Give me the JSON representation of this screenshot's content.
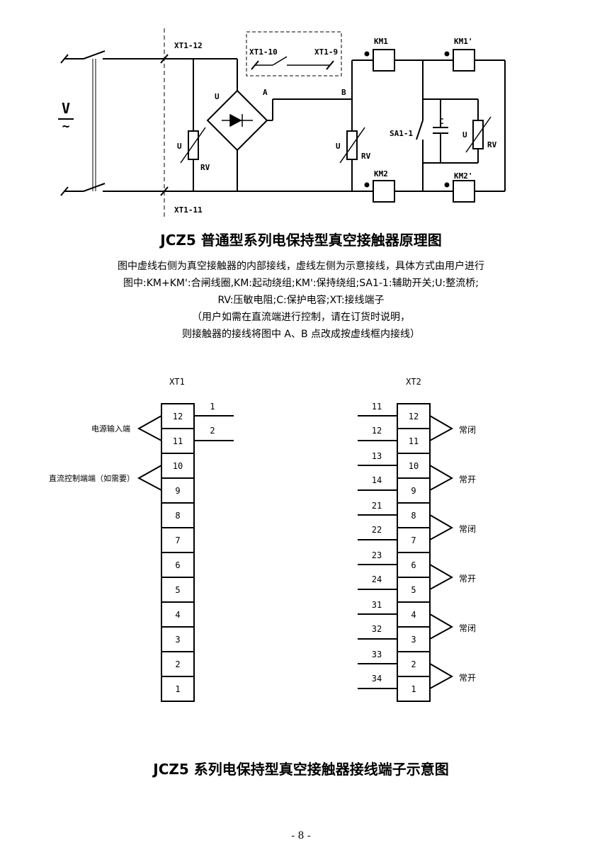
{
  "schematic": {
    "v_label": "V",
    "v_tilde": "~",
    "xt1_12": "XT1-12",
    "xt1_11": "XT1-11",
    "xt1_10": "XT1-10",
    "xt1_9": "XT1-9",
    "point_a": "A",
    "point_b": "B",
    "u_bridge": "U",
    "rv1_u": "U",
    "rv1_label": "RV",
    "rv2_u": "U",
    "rv2_label": "RV",
    "rv3_u": "U",
    "rv3_label": "RV",
    "km1": "KM1",
    "km1p": "KM1'",
    "km2": "KM2",
    "km2p": "KM2'",
    "sa1": "SA1-1",
    "cap_c": "C"
  },
  "title1": "JCZ5 普通型系列电保持型真空接触器原理图",
  "notes": [
    "图中虚线右侧为真空接触器的内部接线，虚线左侧为示意接线，具体方式由用户进行",
    "图中:KM+KM':合闸线圈,KM:起动绕组;KM':保持绕组;SA1-1:辅助开关;U:整流桥;",
    "RV:压敏电阻;C:保护电容;XT:接线端子",
    "（用户如需在直流端进行控制，请在订货时说明，",
    "则接触器的接线将图中 A、B 点改成按虚线框内接线）"
  ],
  "xt1": {
    "label": "XT1",
    "terminals": [
      "12",
      "11",
      "10",
      "9",
      "8",
      "7",
      "6",
      "5",
      "4",
      "3",
      "2",
      "1"
    ],
    "wire_labels": [
      "1",
      "2"
    ],
    "power_label": "电源输入端",
    "dc_label": "直流控制端端（如需要）"
  },
  "xt2": {
    "label": "XT2",
    "terminals": [
      "12",
      "11",
      "10",
      "9",
      "8",
      "7",
      "6",
      "5",
      "4",
      "3",
      "2",
      "1"
    ],
    "wire_labels": [
      "11",
      "12",
      "13",
      "14",
      "21",
      "22",
      "23",
      "24",
      "31",
      "32",
      "33",
      "34"
    ],
    "contacts": [
      "常闭",
      "常开",
      "常闭",
      "常开",
      "常闭",
      "常开"
    ]
  },
  "title2": "JCZ5 系列电保持型真空接触器接线端子示意图",
  "page_number": "- 8 -"
}
